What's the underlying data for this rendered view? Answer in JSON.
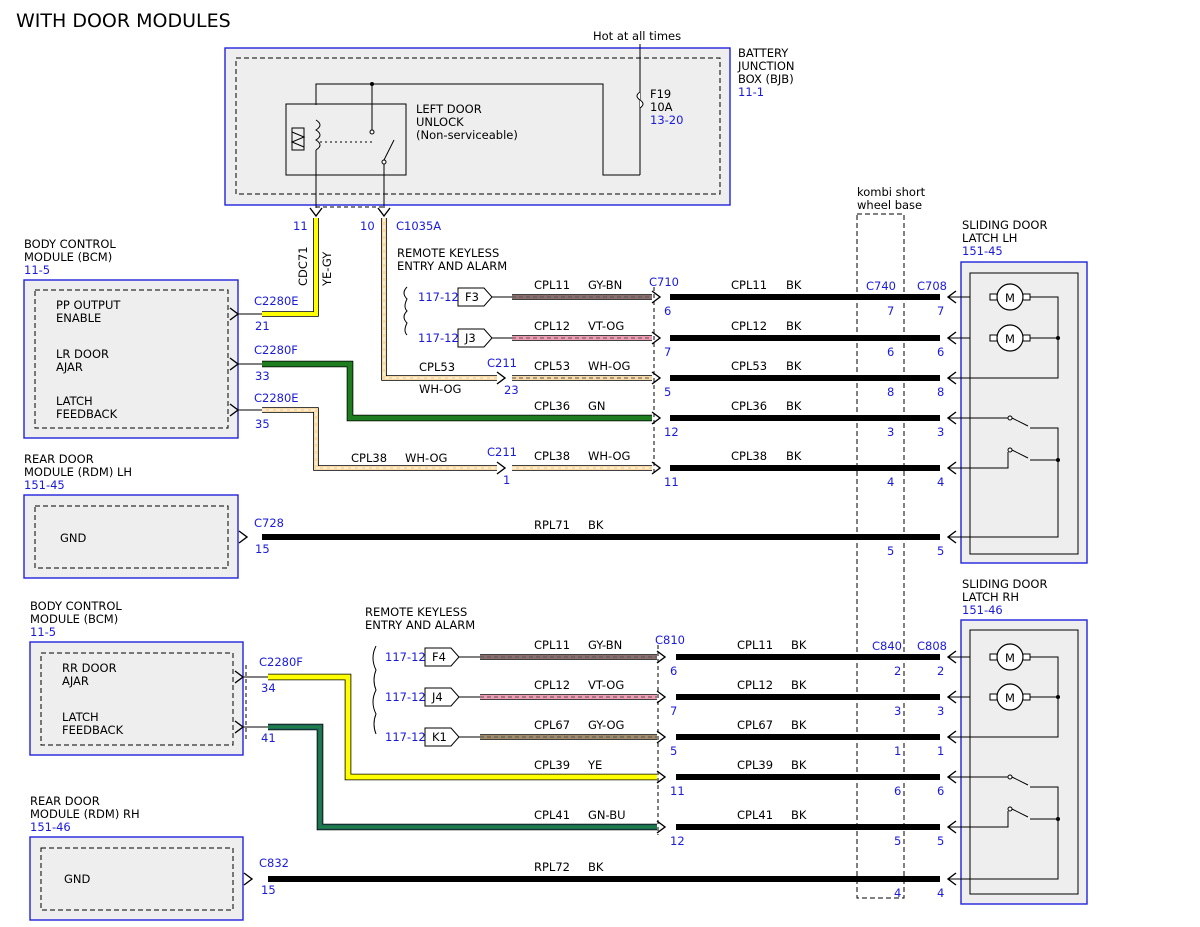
{
  "title": "WITH DOOR MODULES",
  "hot_label": "Hot at all times",
  "bjb": {
    "name_lines": [
      "BATTERY",
      "JUNCTION",
      "BOX (BJB)"
    ],
    "ref": "11-1",
    "relay_lines": [
      "LEFT DOOR",
      "UNLOCK",
      "(Non-serviceable)"
    ],
    "fuse_name": "F19",
    "fuse_rating": "10A",
    "fuse_ref": "13-20",
    "pin_a": "11",
    "pin_b": "10",
    "connector": "C1035A",
    "wire_a_circuit": "CDC71",
    "wire_a_color": "YE-GY"
  },
  "kombi": [
    "kombi short",
    "wheel base"
  ],
  "top": {
    "bcm_name": [
      "BODY CONTROL",
      "MODULE (BCM)"
    ],
    "bcm_ref": "11-5",
    "bcm_items": [
      [
        "PP OUTPUT",
        "ENABLE"
      ],
      [
        "LR DOOR",
        "AJAR"
      ],
      [
        "LATCH",
        "FEEDBACK"
      ]
    ],
    "rdm_name": [
      "REAR DOOR",
      "MODULE (RDM) LH"
    ],
    "rdm_ref": "151-45",
    "gnd": "GND",
    "rke_name": [
      "REMOTE KEYLESS",
      "ENTRY AND ALARM"
    ],
    "latch_name": [
      "SLIDING DOOR",
      "LATCH LH"
    ],
    "latch_ref": "151-45",
    "conn_bcm": [
      "C2280E",
      "C2280F",
      "C2280E"
    ],
    "c211": "C211",
    "c710": "C710",
    "c740": "C740",
    "c708": "C708",
    "c728": "C728",
    "pin_c211_a": "23",
    "pin_c211_b": "1",
    "cpl53_left": "CPL53",
    "cpl53_left_color": "WH-OG"
  },
  "bottom": {
    "bcm_name": [
      "BODY CONTROL",
      "MODULE (BCM)"
    ],
    "bcm_ref": "11-5",
    "bcm_items": [
      [
        "RR DOOR",
        "AJAR"
      ],
      [
        "LATCH",
        "FEEDBACK"
      ]
    ],
    "rdm_name": [
      "REAR DOOR",
      "MODULE (RDM) RH"
    ],
    "rdm_ref": "151-46",
    "gnd": "GND",
    "rke_name": [
      "REMOTE KEYLESS",
      "ENTRY AND ALARM"
    ],
    "latch_name": [
      "SLIDING DOOR",
      "LATCH RH"
    ],
    "latch_ref": "151-46",
    "conn_bcm": "C2280F",
    "c810": "C810",
    "c840": "C840",
    "c808": "C808",
    "c832": "C832"
  },
  "motor_label": "M",
  "rows": [
    {
      "id": "t1",
      "ref": "117-12",
      "term": "F3",
      "c1": "CPL11",
      "col1": "GY-BN",
      "p1": "6",
      "c2": "CPL11",
      "col2": "BK",
      "p2": "7",
      "p3": "7"
    },
    {
      "id": "t2",
      "ref": "117-12",
      "term": "J3",
      "c1": "CPL12",
      "col1": "VT-OG",
      "p1": "7",
      "c2": "CPL12",
      "col2": "BK",
      "p2": "6",
      "p3": "6"
    },
    {
      "id": "t3",
      "c1": "CPL53",
      "col1": "WH-OG",
      "p1": "5",
      "c2": "CPL53",
      "col2": "BK",
      "p2": "8",
      "p3": "8"
    },
    {
      "id": "t4",
      "c1": "CPL36",
      "col1": "GN",
      "p1": "12",
      "c2": "CPL36",
      "col2": "BK",
      "p2": "3",
      "p3": "3",
      "bcm_pin": "33"
    },
    {
      "id": "t5",
      "c1": "CPL38",
      "col1": "WH-OG",
      "p1": "11",
      "c2": "CPL38",
      "col2": "BK",
      "p2": "4",
      "p3": "4",
      "bcm_pin": "35",
      "left_c": "CPL38",
      "left_col": "WH-OG"
    },
    {
      "id": "t6",
      "c1": "RPL71",
      "col1": "BK",
      "p2": "5",
      "p3": "5",
      "src_pin": "15"
    },
    {
      "id": "b1",
      "ref": "117-12",
      "term": "F4",
      "c1": "CPL11",
      "col1": "GY-BN",
      "p1": "6",
      "c2": "CPL11",
      "col2": "BK",
      "p2": "2",
      "p3": "2"
    },
    {
      "id": "b2",
      "ref": "117-12",
      "term": "J4",
      "c1": "CPL12",
      "col1": "VT-OG",
      "p1": "7",
      "c2": "CPL12",
      "col2": "BK",
      "p2": "3",
      "p3": "3"
    },
    {
      "id": "b3",
      "ref": "117-12",
      "term": "K1",
      "c1": "CPL67",
      "col1": "GY-OG",
      "p1": "5",
      "c2": "CPL67",
      "col2": "BK",
      "p2": "1",
      "p3": "1"
    },
    {
      "id": "b4",
      "c1": "CPL39",
      "col1": "YE",
      "p1": "11",
      "c2": "CPL39",
      "col2": "BK",
      "p2": "6",
      "p3": "6",
      "bcm_pin": "34"
    },
    {
      "id": "b5",
      "c1": "CPL41",
      "col1": "GN-BU",
      "p1": "12",
      "c2": "CPL41",
      "col2": "BK",
      "p2": "5",
      "p3": "5",
      "bcm_pin": "41"
    },
    {
      "id": "b6",
      "c1": "RPL72",
      "col1": "BK",
      "p2": "4",
      "p3": "4",
      "src_pin": "15"
    }
  ],
  "top_bcm_pin_21": "21",
  "colors": {
    "blue_ref": "#1a1adc",
    "box_border": "#2222dd",
    "yellow": "#ffff00",
    "green": "#1e7d1e",
    "gy_bn": "#8a6e6e",
    "vt_og": "#f09ab4",
    "wh_og": "#f7d9a6",
    "gy_og": "#a08a6a",
    "gn_bu": "#1f6a5a",
    "bk": "#000000"
  }
}
